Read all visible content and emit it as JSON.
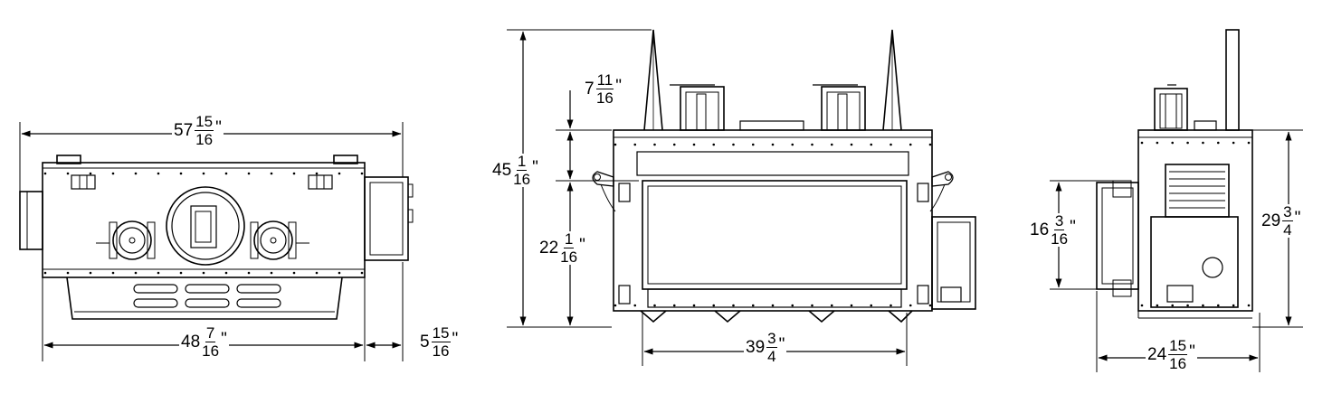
{
  "dimensions": {
    "top_overall_width": {
      "whole": "57",
      "num": "15",
      "den": "16",
      "unit": "\""
    },
    "top_body_width": {
      "whole": "48",
      "num": "7",
      "den": "16",
      "unit": "\""
    },
    "top_side_depth": {
      "whole": "5",
      "num": "15",
      "den": "16",
      "unit": "\""
    },
    "front_overall_height": {
      "whole": "45",
      "num": "1",
      "den": "16",
      "unit": "\""
    },
    "front_top_offset": {
      "whole": "7",
      "num": "11",
      "den": "16",
      "unit": "\""
    },
    "front_opening_height": {
      "whole": "22",
      "num": "1",
      "den": "16",
      "unit": "\""
    },
    "front_opening_width": {
      "whole": "39",
      "num": "3",
      "den": "4",
      "unit": "\""
    },
    "side_box_height": {
      "whole": "16",
      "num": "3",
      "den": "16",
      "unit": "\""
    },
    "side_body_height": {
      "whole": "29",
      "num": "3",
      "den": "4",
      "unit": "\""
    },
    "side_depth": {
      "whole": "24",
      "num": "15",
      "den": "16",
      "unit": "\""
    }
  },
  "colors": {
    "line": "#000000",
    "background": "#ffffff"
  }
}
